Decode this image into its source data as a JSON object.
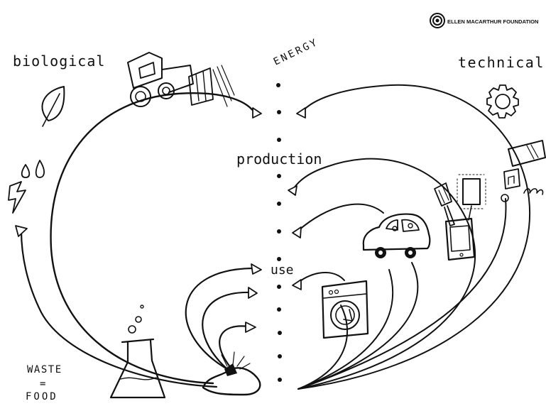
{
  "logo": {
    "text": "ELLEN MACARTHUR FOUNDATION"
  },
  "labels": {
    "biological": "biological",
    "technical": "technical",
    "energy": "ENERGY",
    "production": "production",
    "use": "use",
    "waste": "WASTE",
    "equals": "=",
    "food": "FOOD"
  },
  "colors": {
    "ink": "#111111",
    "background": "#ffffff"
  },
  "icons": [
    "tractor-icon",
    "leaf-icon",
    "water-drops-icon",
    "lightning-icon",
    "gear-icon",
    "tablet-icon",
    "music-player-icon",
    "earbuds-icon",
    "spatula-icon",
    "phone-icon",
    "car-icon",
    "washing-machine-icon",
    "flask-icon",
    "soil-heap-icon"
  ]
}
